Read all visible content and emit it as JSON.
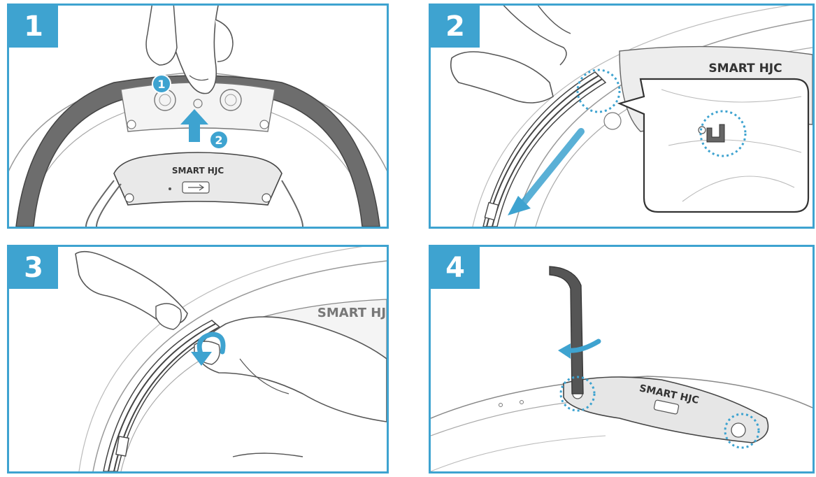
{
  "steps": [
    {
      "number": "1",
      "marker_a": "1",
      "marker_b": "2",
      "brand_text": "SMART HJC"
    },
    {
      "number": "2",
      "brand_text": "SMART HJC"
    },
    {
      "number": "3",
      "brand_text": "SMART HJ"
    },
    {
      "number": "4",
      "brand_text": "SMART HJC"
    }
  ],
  "colors": {
    "accent": "#3ea3d0",
    "outline": "#555555",
    "strap": "#8a8a8a"
  }
}
